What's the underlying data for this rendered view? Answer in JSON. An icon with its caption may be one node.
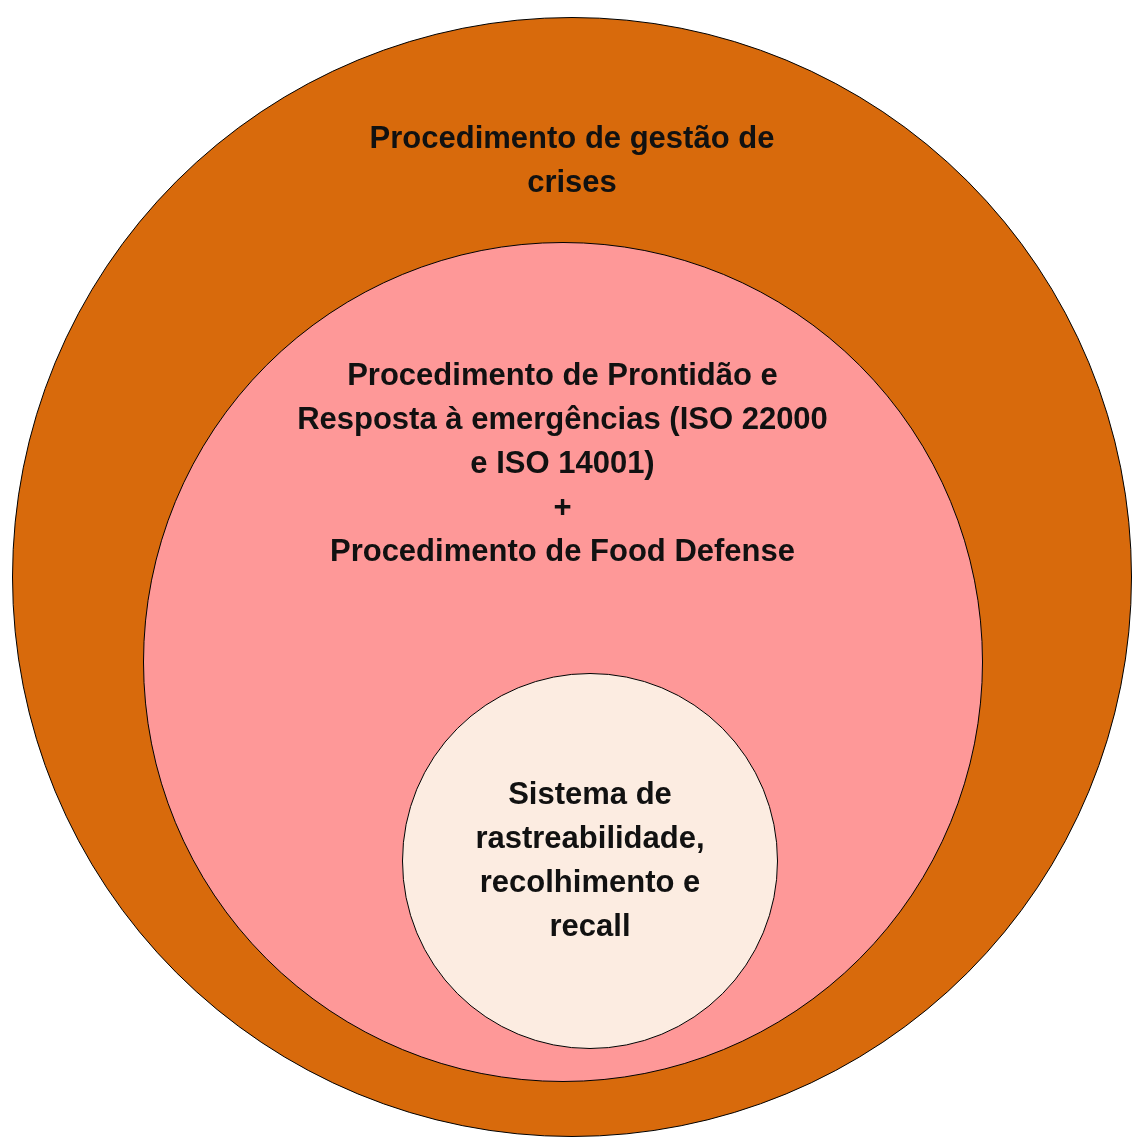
{
  "diagram": {
    "nodes": [
      {
        "text": [
          "Procedimento de gestão de crises"
        ]
      },
      {
        "text": [
          "Procedimento de Prontidão e Resposta à emergências (ISO 22000  e ISO 14001)",
          "+",
          "Procedimento de Food Defense"
        ],
        "in": 0
      },
      {
        "text": [
          "Sistema de rastreabilidade, recolhimento e recall"
        ],
        "in": 1
      }
    ]
  }
}
